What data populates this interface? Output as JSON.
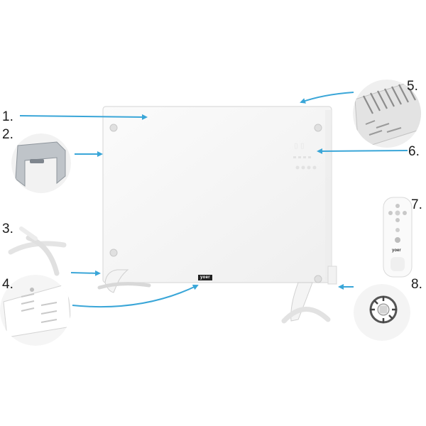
{
  "labels": [
    "1.",
    "2.",
    "3.",
    "4.",
    "5.",
    "6.",
    "7.",
    "8."
  ],
  "heater": {
    "brand": "yoer"
  },
  "remote": {
    "brand": "yoer"
  },
  "colors": {
    "arrow": "#3aa6d8",
    "panel": "#f7f7f7",
    "text": "#1b1b1b"
  },
  "icons": [
    "bracket-icon",
    "foot-stand-icon",
    "back-cover-icon",
    "grille-icon",
    "remote-icon",
    "thermostat-knob-icon"
  ]
}
